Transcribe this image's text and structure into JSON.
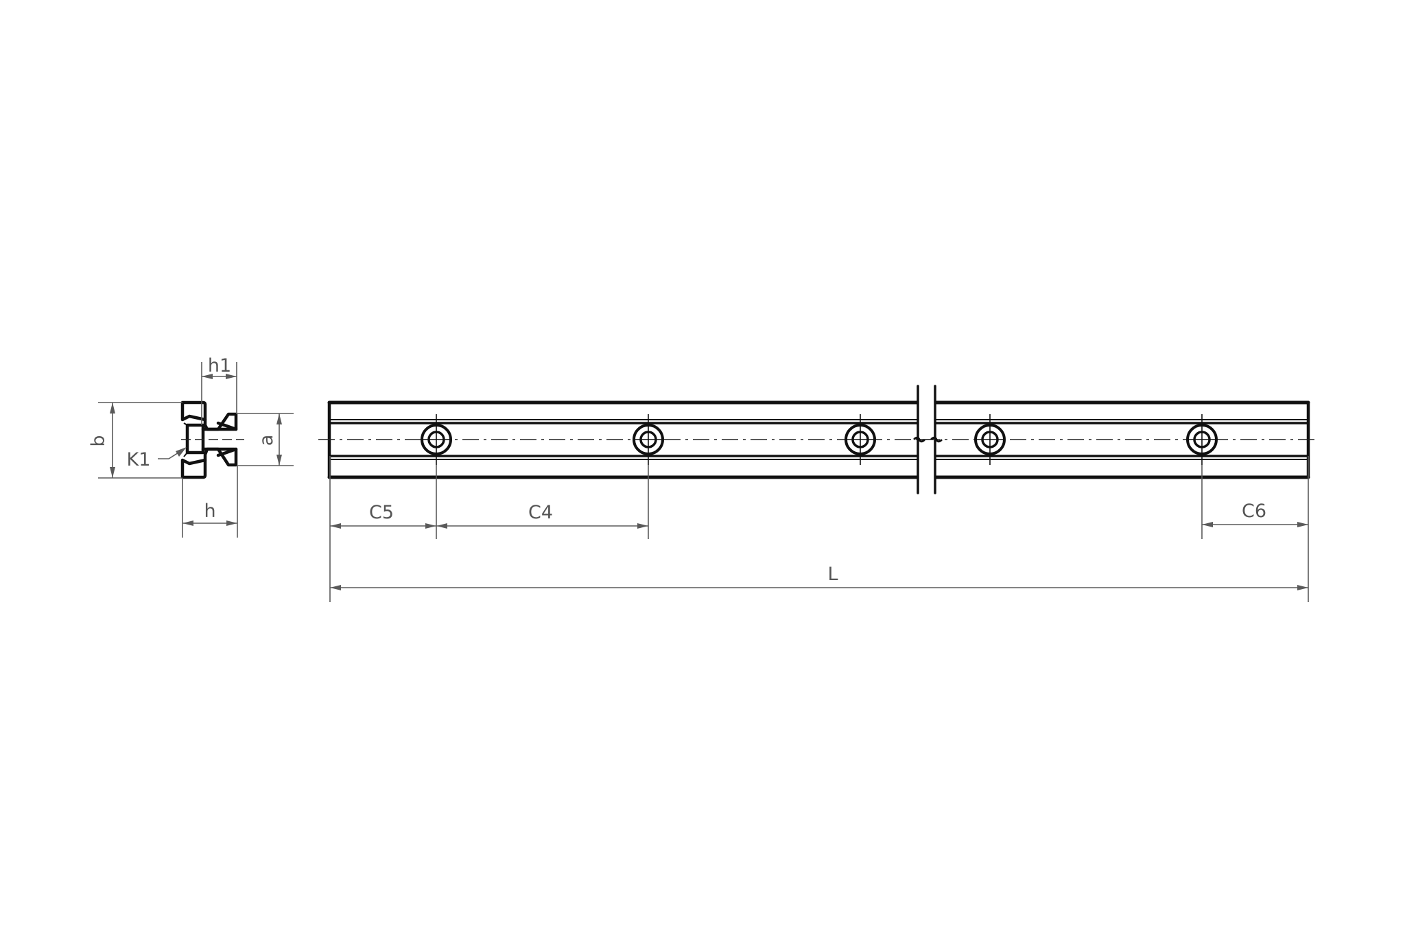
{
  "drawing": {
    "title": "Linear guide rail — profile and side view",
    "colors": {
      "object_line": "#111111",
      "dimension_line": "#5a5a5a",
      "label_text": "#555555",
      "background": "#ffffff"
    },
    "profile_view": {
      "labels": {
        "height_total": "h",
        "height_partial": "h1",
        "width_total": "b",
        "width_top": "a",
        "chamfer": "K1"
      }
    },
    "side_view": {
      "hole_count": 5,
      "has_break_symbol": true,
      "labels": {
        "start_offset": "C5",
        "hole_pitch": "C4",
        "end_offset": "C6",
        "length": "L"
      }
    }
  }
}
